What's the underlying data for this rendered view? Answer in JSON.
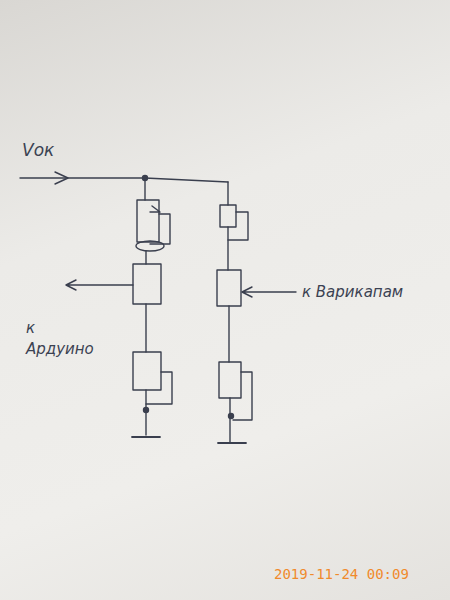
{
  "diagram": {
    "labels": [
      "Vок",
      "к Ардуино",
      "к Варикапам",
      "2019-11-24 00:09"
    ]
  }
}
